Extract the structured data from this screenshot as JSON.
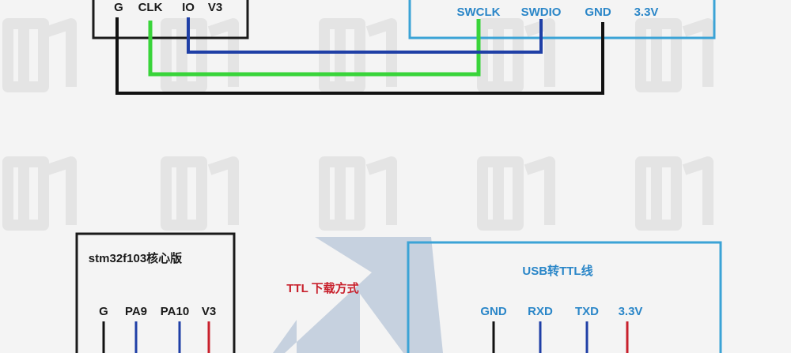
{
  "top_section": {
    "programmer_pins": [
      "G",
      "CLK",
      "IO",
      "V3"
    ],
    "target_pins": [
      "SWCLK",
      "SWDIO",
      "GND",
      "3.3V"
    ]
  },
  "bottom_section": {
    "core_board_title": "stm32f103核心版",
    "core_board_pins": [
      "G",
      "PA9",
      "PA10",
      "V3"
    ],
    "mode_label": "TTL 下载方式",
    "adapter_title": "USB转TTL线",
    "adapter_pins": [
      "GND",
      "RXD",
      "TXD",
      "3.3V"
    ]
  },
  "colors": {
    "box_black": "#1a1a1a",
    "box_blue": "#3ba3d6",
    "wire_green": "#39d43a",
    "wire_blue": "#1f3fa6",
    "wire_black": "#111111",
    "wire_red": "#c8202c",
    "label_red": "#c8202c",
    "label_blue": "#2a86c8"
  }
}
